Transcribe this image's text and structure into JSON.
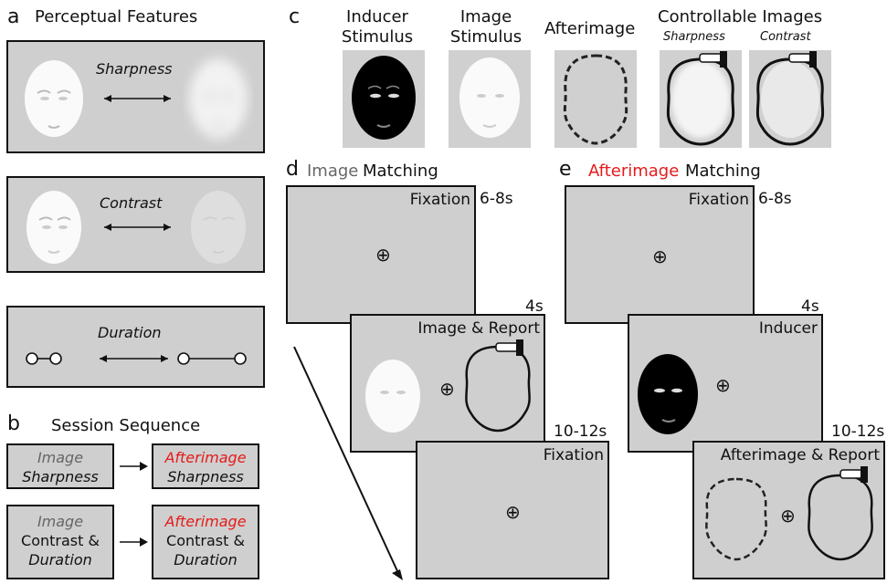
{
  "panel_a": {
    "letter": "a",
    "title": "Perceptual Features",
    "features": [
      "Sharpness",
      "Contrast",
      "Duration"
    ]
  },
  "panel_b": {
    "letter": "b",
    "title": "Session Sequence",
    "rows": [
      {
        "left_top": "Image",
        "left_bottom": "Sharpness",
        "right_top": "Afterimage",
        "right_bottom": "Sharpness"
      },
      {
        "left_top": "Image",
        "left_mid": "Contrast &",
        "left_bottom": "Duration",
        "right_top": "Afterimage",
        "right_mid": "Contrast &",
        "right_bottom": "Duration"
      }
    ]
  },
  "panel_c": {
    "letter": "c",
    "columns": [
      {
        "line1": "Inducer",
        "line2": "Stimulus"
      },
      {
        "line1": "Image",
        "line2": "Stimulus"
      },
      {
        "line1": "Afterimage",
        "line2": ""
      },
      {
        "line1": "Controllable Images",
        "sub1": "Sharpness",
        "sub2": "Contrast"
      }
    ]
  },
  "panel_d": {
    "letter": "d",
    "title_gray": "Image",
    "title_rest": "Matching",
    "screens": [
      {
        "label": "Fixation",
        "timing": "6-8s"
      },
      {
        "label": "Image & Report",
        "timing": "4s"
      },
      {
        "label": "Fixation",
        "timing": "10-12s"
      }
    ]
  },
  "panel_e": {
    "letter": "e",
    "title_red": "Afterimage",
    "title_rest": "Matching",
    "screens": [
      {
        "label": "Fixation",
        "timing": "6-8s"
      },
      {
        "label": "Inducer",
        "timing": "4s"
      },
      {
        "label": "Afterimage & Report",
        "timing": "10-12s"
      }
    ]
  },
  "symbols": {
    "fixation": "⊕",
    "arrow": "⟷"
  },
  "colors": {
    "panel_gray": "#cfcfcf",
    "red": "#e41b1b",
    "gray_text": "#666666"
  }
}
